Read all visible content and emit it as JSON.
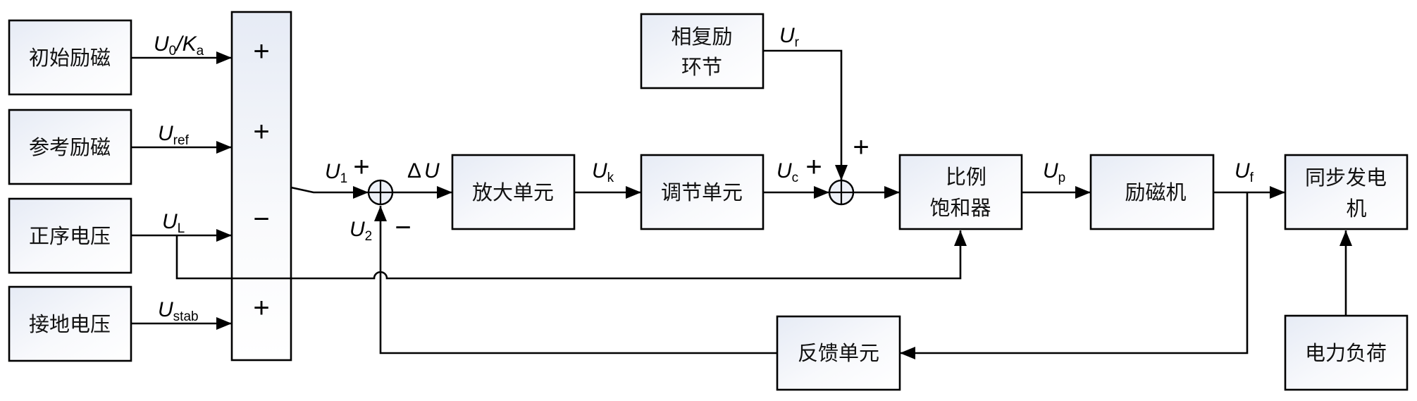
{
  "colors": {
    "block_fill_start": "#e6ebf5",
    "block_fill_end": "#ffffff",
    "line": "#000000"
  },
  "blocks": {
    "initial_excitation": "初始励磁",
    "reference_excitation": "参考励磁",
    "positive_sequence_voltage": "正序电压",
    "ground_voltage": "接地电压",
    "phase_compound": [
      "相复励",
      "环节"
    ],
    "amplifier": "放大单元",
    "regulator": "调节单元",
    "proportional_saturator": [
      "比例",
      "饱和器"
    ],
    "exciter": "励磁机",
    "synchronous_generator": [
      "同步发电",
      "机"
    ],
    "feedback": "反馈单元",
    "electric_load": "电力负荷"
  },
  "summing_column_signs": [
    "+",
    "+",
    "−",
    "+"
  ],
  "signals": {
    "u0_ka": {
      "main": "U",
      "sub": "0",
      "slash": "/",
      "main2": "K",
      "sub2": "a"
    },
    "uref": {
      "main": "U",
      "sub": "ref"
    },
    "ul": {
      "main": "U",
      "sub": "L"
    },
    "ustab": {
      "main": "U",
      "sub": "stab"
    },
    "u1": {
      "main": "U",
      "sub": "1"
    },
    "u2": {
      "main": "U",
      "sub": "2"
    },
    "delta_u": {
      "delta": "Δ",
      "main": "U"
    },
    "uk": {
      "main": "U",
      "sub": "k"
    },
    "uc": {
      "main": "U",
      "sub": "c"
    },
    "ur": {
      "main": "U",
      "sub": "r"
    },
    "up": {
      "main": "U",
      "sub": "p"
    },
    "uf": {
      "main": "U",
      "sub": "f"
    }
  },
  "junction_signs": {
    "sum1_u1": "+",
    "sum1_u2": "−",
    "sum2_uc": "+",
    "sum2_ur": "+"
  }
}
